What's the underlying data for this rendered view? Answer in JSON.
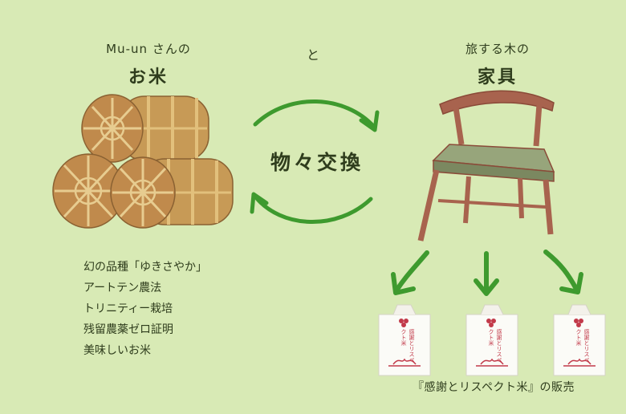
{
  "left": {
    "subtitle": "Mu-un さんの",
    "title": "お米"
  },
  "connector": "と",
  "right": {
    "subtitle": "旅する木の",
    "title": "家具"
  },
  "center": {
    "label": "物々交換"
  },
  "features": [
    "幻の品種「ゆきさやか」",
    "アートテン農法",
    "トリニティー栽培",
    "残留農薬ゼロ証明",
    "美味しいお米"
  ],
  "bag_label": "感謝とリスペクト米",
  "caption": "『感謝とリスペクト米』の販売",
  "colors": {
    "background": "#d8eab5",
    "arrow_green": "#3e9a2e",
    "bale_straw": "#c79a56",
    "chair_wood": "#a8634e",
    "chair_seat": "#97a57b",
    "bag_accent": "#c23a4a"
  }
}
